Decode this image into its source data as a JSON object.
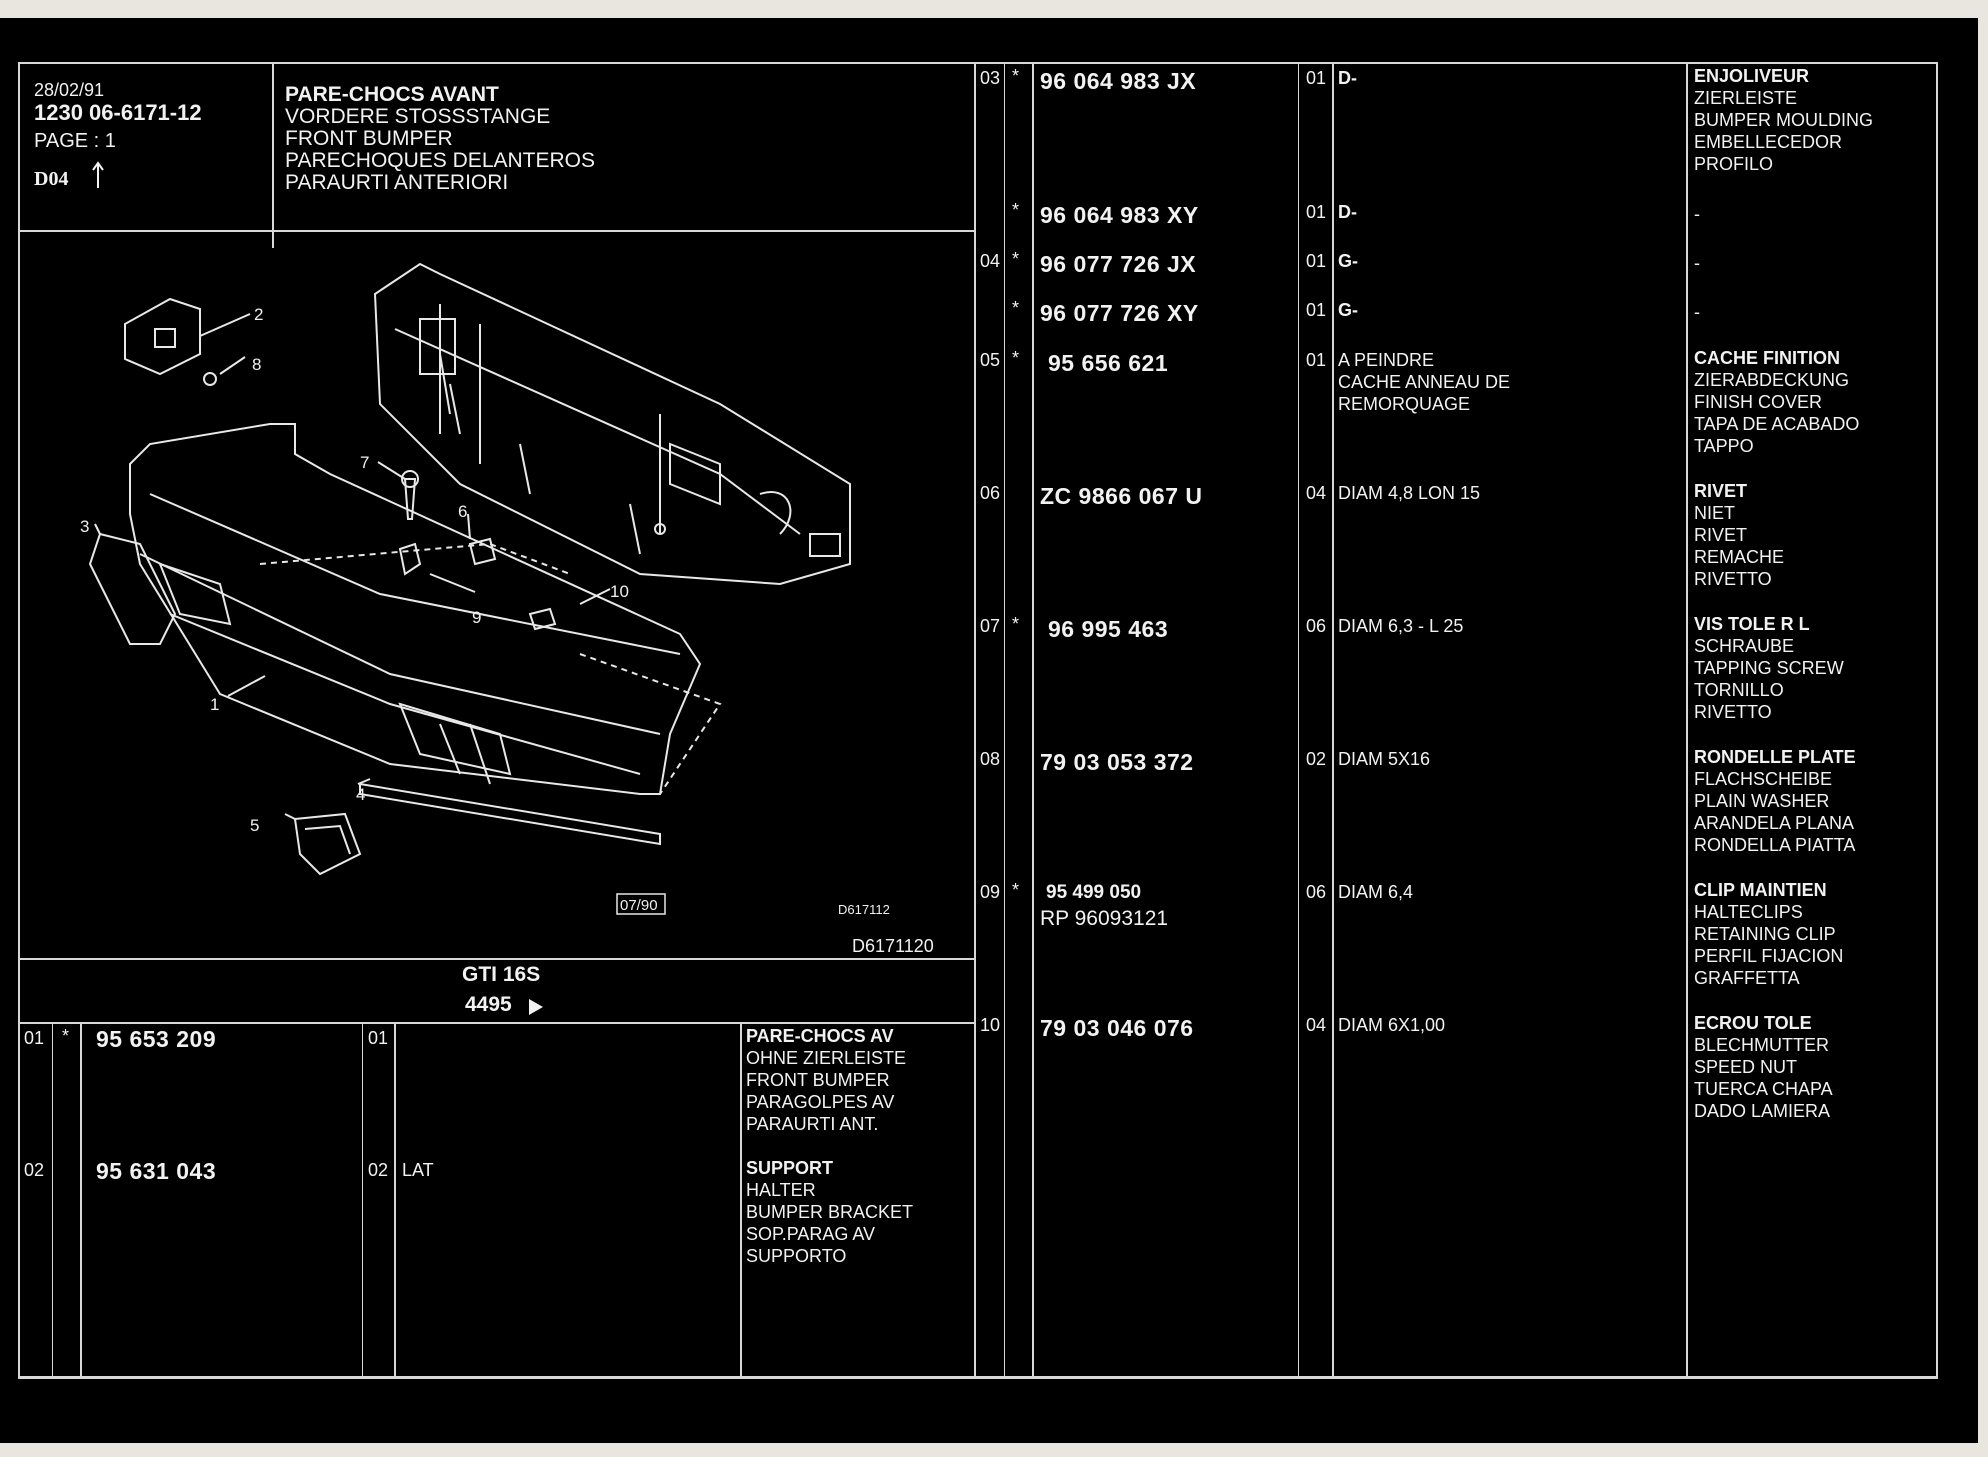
{
  "header": {
    "date": "28/02/91",
    "ref": "1230  06-6171-12",
    "page": "PAGE : 1",
    "code": "D04",
    "titles": [
      "PARE-CHOCS AVANT",
      "VORDERE STOSSSTANGE",
      "FRONT BUMPER",
      "PARECHOQUES DELANTEROS",
      "PARAURTI ANTERIORI"
    ]
  },
  "drawing": {
    "callouts": [
      "1",
      "2",
      "3",
      "4",
      "5",
      "6",
      "7",
      "8",
      "9",
      "10"
    ],
    "date_box": "07/90",
    "ref_small": "D617112",
    "ref_large": "D6171120"
  },
  "model": {
    "name": "GTI 16S",
    "serial": "4495"
  },
  "left_rows": [
    {
      "pos": "01",
      "star": "*",
      "part": "95 653 209",
      "qty": "01",
      "note": "",
      "desc": [
        "PARE-CHOCS AV",
        "OHNE ZIERLEISTE",
        "FRONT BUMPER",
        "PARAGOLPES AV",
        "PARAURTI ANT."
      ]
    },
    {
      "pos": "02",
      "star": "",
      "part": "95 631 043",
      "qty": "02",
      "note": "LAT",
      "desc": [
        "SUPPORT",
        "HALTER",
        "BUMPER BRACKET",
        "SOP.PARAG AV",
        "SUPPORTO"
      ]
    }
  ],
  "right_rows": [
    {
      "pos": "03",
      "star": "*",
      "part": "96 064 983 JX",
      "part2": "",
      "qty": "01",
      "note": [
        "D-"
      ],
      "desc": [
        "ENJOLIVEUR",
        "ZIERLEISTE",
        "BUMPER MOULDING",
        "EMBELLECEDOR",
        "PROFILO"
      ]
    },
    {
      "pos": "",
      "star": "*",
      "part": "96 064 983 XY",
      "part2": "",
      "qty": "01",
      "note": [
        "D-"
      ],
      "desc": [
        "-"
      ]
    },
    {
      "pos": "04",
      "star": "*",
      "part": "96 077 726 JX",
      "part2": "",
      "qty": "01",
      "note": [
        "G-"
      ],
      "desc": [
        "-"
      ]
    },
    {
      "pos": "",
      "star": "*",
      "part": "96 077 726 XY",
      "part2": "",
      "qty": "01",
      "note": [
        "G-"
      ],
      "desc": [
        "-"
      ]
    },
    {
      "pos": "05",
      "star": "*",
      "part": "95 656 621",
      "part2": "",
      "qty": "01",
      "note": [
        "A PEINDRE",
        "CACHE ANNEAU DE",
        "REMORQUAGE"
      ],
      "desc": [
        "CACHE FINITION",
        "ZIERABDECKUNG",
        "FINISH COVER",
        "TAPA DE ACABADO",
        "TAPPO"
      ]
    },
    {
      "pos": "06",
      "star": "",
      "part": "ZC 9866 067 U",
      "part2": "",
      "qty": "04",
      "note": [
        "DIAM 4,8 LON 15"
      ],
      "desc": [
        "RIVET",
        "NIET",
        "RIVET",
        "REMACHE",
        "RIVETTO"
      ]
    },
    {
      "pos": "07",
      "star": "*",
      "part": "96 995 463",
      "part2": "",
      "qty": "06",
      "note": [
        "DIAM 6,3 - L 25"
      ],
      "desc": [
        "VIS TOLE R L",
        "SCHRAUBE",
        "TAPPING SCREW",
        "TORNILLO",
        "RIVETTO"
      ]
    },
    {
      "pos": "08",
      "star": "",
      "part": "79 03 053 372",
      "part2": "",
      "qty": "02",
      "note": [
        "DIAM 5X16"
      ],
      "desc": [
        "RONDELLE PLATE",
        "FLACHSCHEIBE",
        "PLAIN WASHER",
        "ARANDELA PLANA",
        "RONDELLA PIATTA"
      ]
    },
    {
      "pos": "09",
      "star": "*",
      "part": "95 499 050",
      "part2": "RP  96093121",
      "qty": "06",
      "note": [
        "DIAM 6,4"
      ],
      "desc": [
        "CLIP MAINTIEN",
        "HALTECLIPS",
        "RETAINING CLIP",
        "PERFIL FIJACION",
        "GRAFFETTA"
      ]
    },
    {
      "pos": "10",
      "star": "",
      "part": "79 03 046 076",
      "part2": "",
      "qty": "04",
      "note": [
        "DIAM 6X1,00"
      ],
      "desc": [
        "ECROU TOLE",
        "BLECHMUTTER",
        "SPEED NUT",
        "TUERCA CHAPA",
        "DADO LAMIERA"
      ]
    }
  ]
}
